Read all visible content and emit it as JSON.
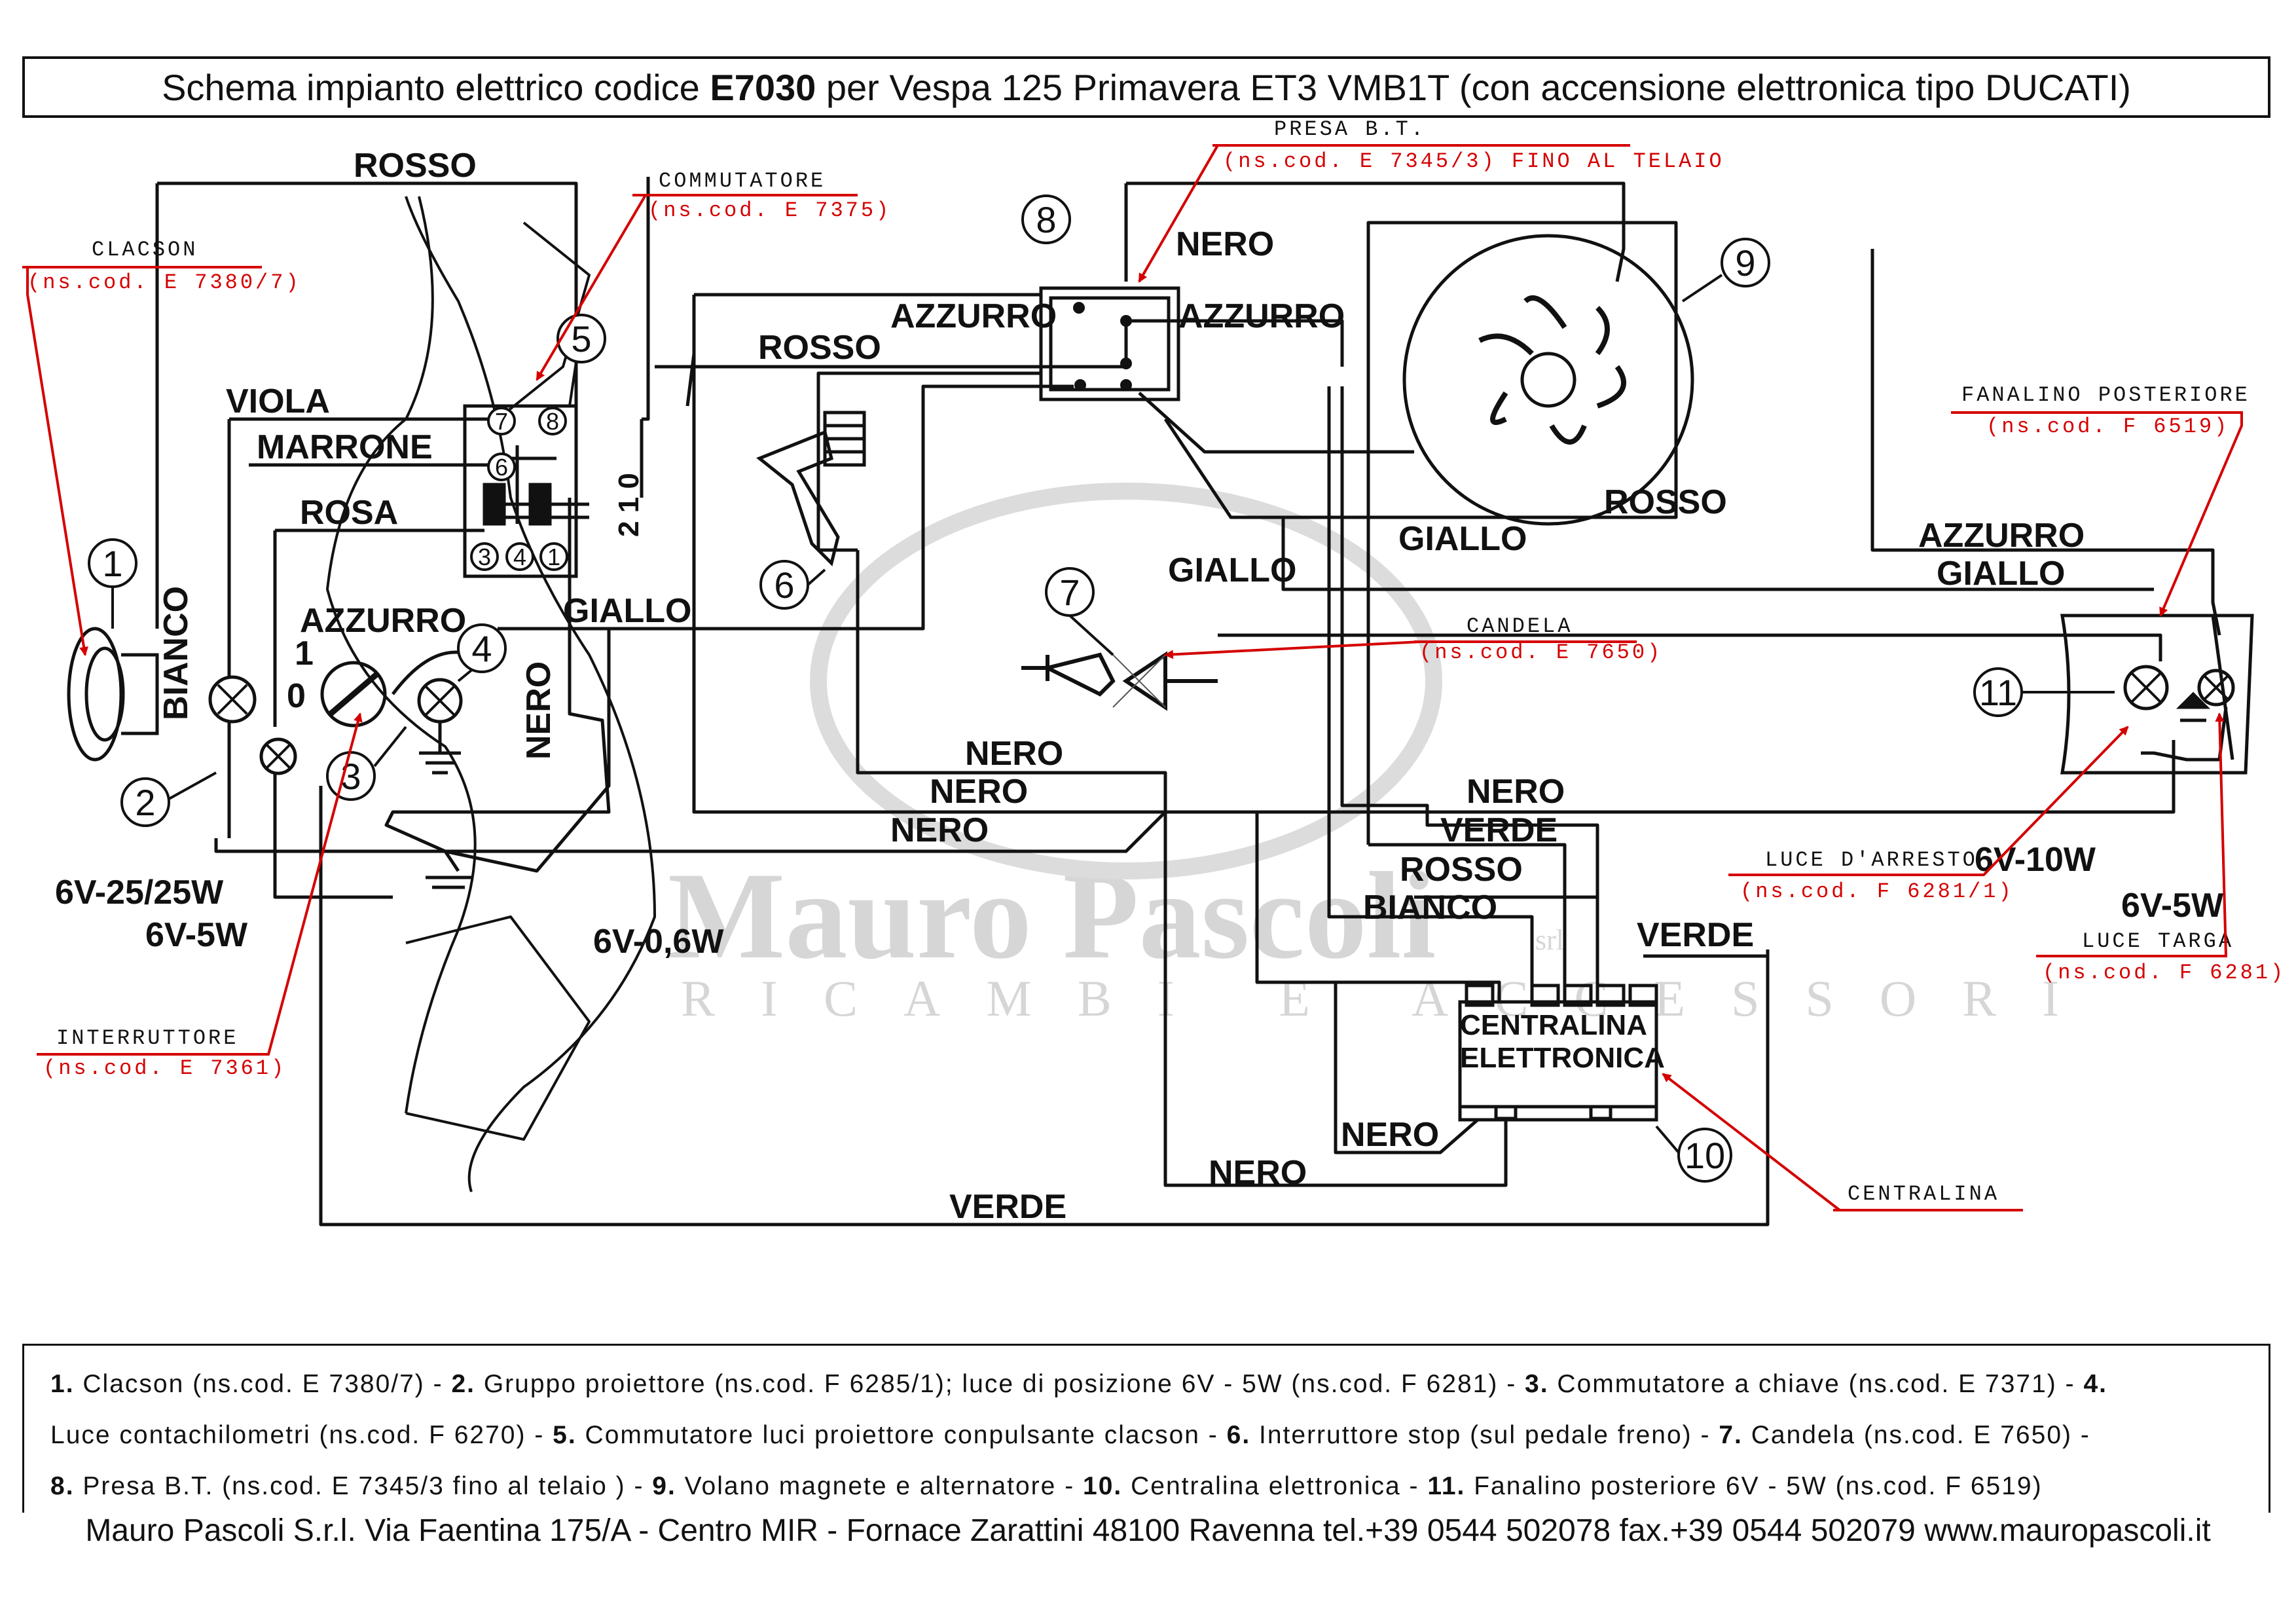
{
  "title": {
    "prefix": "Schema impianto elettrico codice",
    "code": "E7030",
    "suffix": "per Vespa 125 Primavera ET3 VMB1T (con accensione elettronica tipo DUCATI)"
  },
  "watermark": {
    "name": "Mauro Pascoli",
    "subtitle": "RICAMBI E ACCESSORI",
    "brand": "srl"
  },
  "callouts": {
    "clacson": {
      "title": "CLACSON",
      "code": "(ns.cod. E 7380/7)"
    },
    "commutatore": {
      "title": "COMMUTATORE",
      "code": "(ns.cod. E 7375)"
    },
    "presa_bt": {
      "title": "PRESA B.T.",
      "code": "(ns.cod. E 7345/3) FINO AL TELAIO"
    },
    "fanalino": {
      "title": "FANALINO POSTERIORE",
      "code": "(ns.cod. F 6519)"
    },
    "candela": {
      "title": "CANDELA",
      "code": "(ns.cod. E 7650)"
    },
    "luce_arresto": {
      "title": "LUCE D'ARRESTO",
      "code": "(ns.cod. F 6281/1)"
    },
    "luce_targa": {
      "title": "LUCE TARGA",
      "code": "(ns.cod. F 6281)"
    },
    "interruttore": {
      "title": "INTERRUTTORE",
      "code": "(ns.cod. E 7361)"
    },
    "centralina": {
      "title": "CENTRALINA"
    }
  },
  "wire_labels": {
    "rosso_top": "ROSSO",
    "viola": "VIOLA",
    "marrone": "MARRONE",
    "rosa": "ROSA",
    "bianco_left": "BIANCO",
    "azzurro_left": "AZZURRO",
    "giallo_left": "GIALLO",
    "nero_left": "NERO",
    "azzurro_mid_l": "AZZURRO",
    "azzurro_mid_r": "AZZURRO",
    "rosso_mid": "ROSSO",
    "nero_top": "NERO",
    "giallo_mid": "GIALLO",
    "giallo_flywheel": "GIALLO",
    "rosso_flywheel": "ROSSO",
    "azzurro_right": "AZZURRO",
    "giallo_right": "GIALLO",
    "nero_1": "NERO",
    "nero_2": "NERO",
    "nero_3": "NERO",
    "nero_right": "NERO",
    "verde_right": "VERDE",
    "rosso_right": "ROSSO",
    "bianco_right": "BIANCO",
    "verde_cu": "VERDE",
    "nero_cu": "NERO",
    "nero_bottom": "NERO",
    "verde_bottom": "VERDE"
  },
  "ratings": {
    "headlamp": "6V-25/25W",
    "pos_light": "6V-5W",
    "speedo": "6V-0,6W",
    "stop": "6V-10W",
    "plate": "6V-5W"
  },
  "switch_pos": {
    "p1": "1",
    "p0": "0",
    "terminals": "2 1 0"
  },
  "switch_pins": [
    "7",
    "6",
    "8",
    "3",
    "4",
    "1"
  ],
  "cu_label": [
    "CENTRALINA",
    "ELETTRONICA"
  ],
  "component_numbers": [
    "1",
    "2",
    "3",
    "4",
    "5",
    "6",
    "7",
    "8",
    "9",
    "10",
    "11"
  ],
  "legend": {
    "lines": [
      [
        {
          "n": "1.",
          "t": "Clacson (ns.cod. E 7380/7) -"
        },
        {
          "n": "2.",
          "t": "Gruppo proiettore (ns.cod. F 6285/1); luce di posizione 6V - 5W (ns.cod. F 6281) -"
        },
        {
          "n": "3.",
          "t": "Commutatore a chiave (ns.cod. E 7371) -"
        },
        {
          "n": "4.",
          "t": ""
        }
      ],
      [
        {
          "n": "",
          "t": "Luce contachilometri (ns.cod. F 6270) -"
        },
        {
          "n": "5.",
          "t": "Commutatore luci proiettore conpulsante clacson -"
        },
        {
          "n": "6.",
          "t": "Interruttore stop (sul pedale freno) -"
        },
        {
          "n": "7.",
          "t": "Candela (ns.cod. E 7650) -"
        }
      ],
      [
        {
          "n": "8.",
          "t": "Presa B.T. (ns.cod. E 7345/3 fino al telaio          ) -"
        },
        {
          "n": "9.",
          "t": "Volano magnete e alternatore -"
        },
        {
          "n": "10.",
          "t": "Centralina elettronica -"
        },
        {
          "n": "11.",
          "t": "Fanalino posteriore 6V - 5W (ns.cod. F 6519)"
        }
      ]
    ]
  },
  "footer": "Mauro Pascoli S.r.l. Via Faentina 175/A - Centro MIR - Fornace Zarattini 48100 Ravenna tel.+39 0544 502078 fax.+39 0544 502079 www.mauropascoli.it",
  "colors": {
    "ink": "#111111",
    "callout": "#d40000",
    "watermark": "#d6d6d6"
  }
}
